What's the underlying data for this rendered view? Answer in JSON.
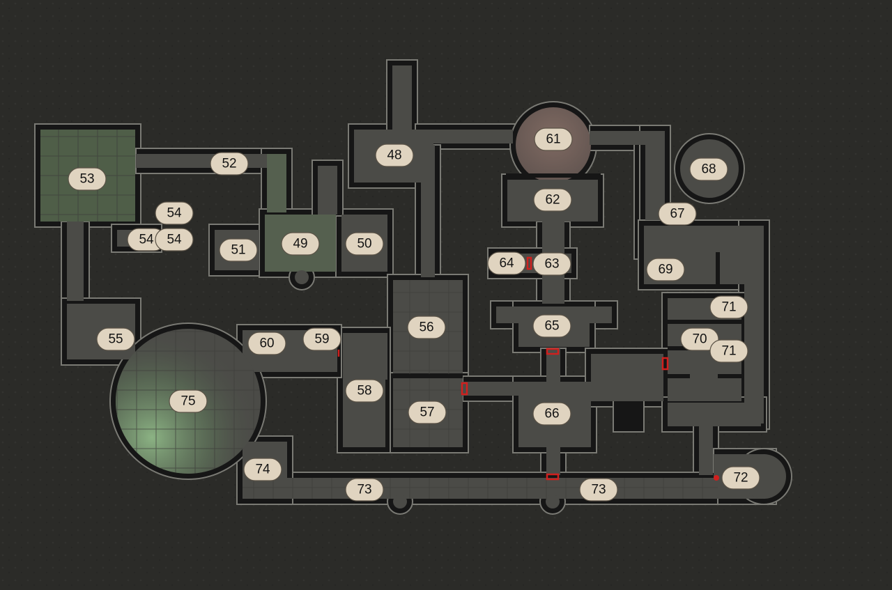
{
  "map": {
    "room_labels": [
      "48",
      "49",
      "50",
      "51",
      "52",
      "53",
      "54",
      "54",
      "54",
      "55",
      "56",
      "57",
      "58",
      "59",
      "60",
      "61",
      "62",
      "63",
      "64",
      "65",
      "66",
      "67",
      "68",
      "69",
      "70",
      "71",
      "71",
      "72",
      "73",
      "73",
      "74",
      "75"
    ],
    "colors": {
      "background": "#2b2b28",
      "floor": "#4b4b47",
      "wall": "#161616",
      "wall_highlight": "#7a7a74",
      "moss_room": "#4f5e48",
      "chapel_floor": "#6a5a54",
      "glow": "#8fb887",
      "label_fill": "#e0d4c0",
      "label_text": "#141414",
      "secret_door": "#d0201e"
    }
  }
}
